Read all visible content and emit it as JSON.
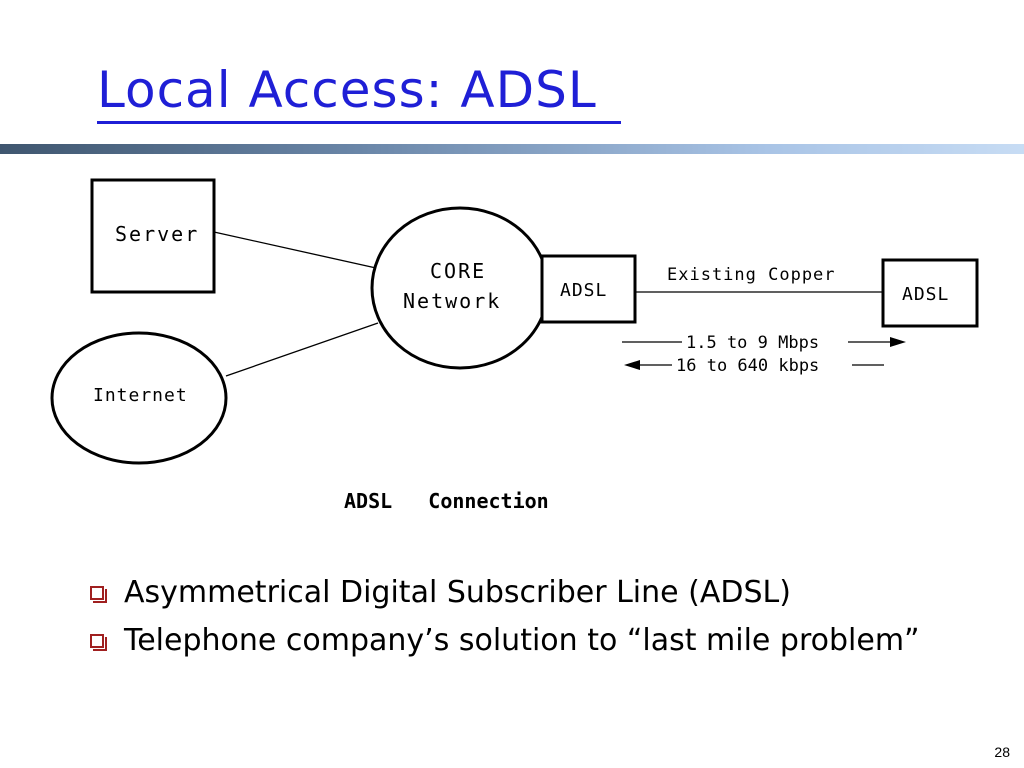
{
  "slide": {
    "title": "Local Access: ADSL",
    "page_number": "28",
    "bullets": [
      "Asymmetrical Digital Subscriber Line (ADSL)",
      "Telephone company’s solution to “last mile problem”"
    ]
  },
  "diagram": {
    "server_label": "Server",
    "internet_label": "Internet",
    "core_label_line1": "CORE",
    "core_label_line2": "Network",
    "adsl_left_label": "ADSL",
    "adsl_right_label": "ADSL",
    "link_label": "Existing Copper",
    "downstream_label": "1.5 to 9 Mbps",
    "upstream_label": "16 to 640 kbps",
    "caption": "ADSL   Connection"
  },
  "colors": {
    "title": "#1f1fd6",
    "bullet_marker": "#a02020"
  }
}
